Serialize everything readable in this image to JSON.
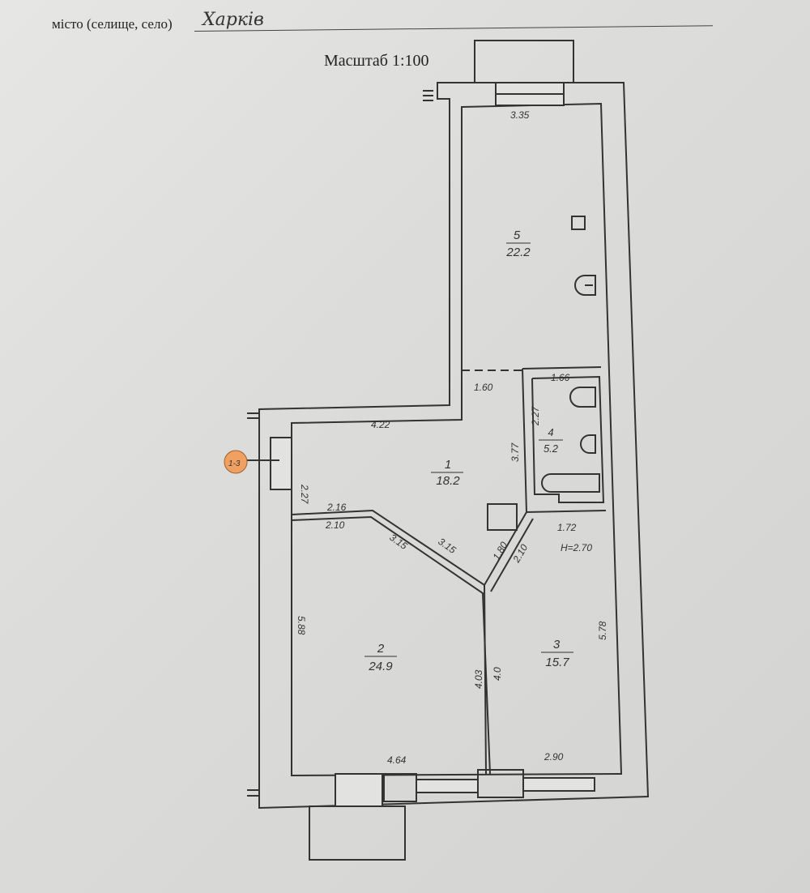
{
  "header": {
    "locality_label": "місто (селище, село)",
    "locality_value": "Харків"
  },
  "scale_label": "Масштаб 1:100",
  "stamp_text": "1-3",
  "rooms": [
    {
      "number": "1",
      "area": "18.2"
    },
    {
      "number": "2",
      "area": "24.9"
    },
    {
      "number": "3",
      "area": "15.7"
    },
    {
      "number": "4",
      "area": "5.2"
    },
    {
      "number": "5",
      "area": "22.2"
    }
  ],
  "dimensions": {
    "top_width": "3.35",
    "corridor_top": "4.22",
    "entry": "2.27",
    "hall_wall": "1.60",
    "bath_width": "1.66",
    "bath_depth": "2.27",
    "hall_right": "3.77",
    "wall_1_2_top": "2.16",
    "wall_1_2_bottom": "2.10",
    "diag_a": "3.15",
    "diag_b": "3.15",
    "diag_c": "1.80",
    "diag_d": "2.10",
    "room3_top": "1.72",
    "height": "H=2.70",
    "room2_left": "5.88",
    "room2_right": "4.03",
    "room3_left": "4.0",
    "room3_right": "5.78",
    "room2_bottom": "4.64",
    "room3_bottom": "2.90"
  }
}
